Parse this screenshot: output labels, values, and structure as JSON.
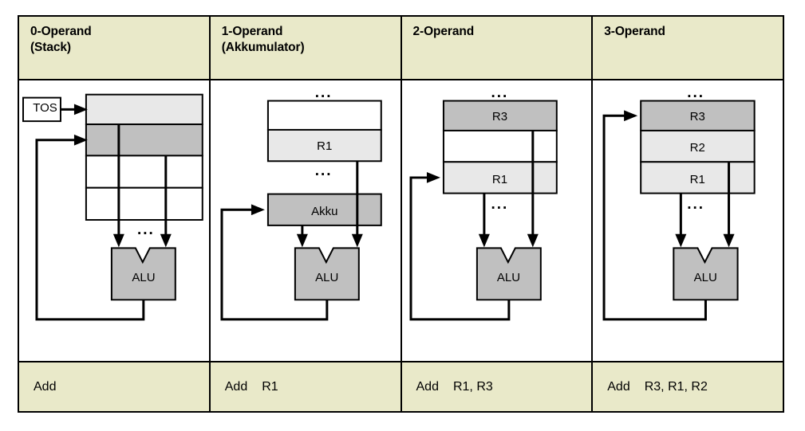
{
  "figure": {
    "title_columns": [
      {
        "line1": "0-Operand",
        "line2": "(Stack)"
      },
      {
        "line1": "1-Operand",
        "line2": "(Akkumulator)"
      },
      {
        "line1": "2-Operand",
        "line2": ""
      },
      {
        "line1": "3-Operand",
        "line2": ""
      }
    ],
    "instructions": [
      {
        "mnemonic": "Add",
        "operands": ""
      },
      {
        "mnemonic": "Add",
        "operands": "R1"
      },
      {
        "mnemonic": "Add",
        "operands": "R1, R3"
      },
      {
        "mnemonic": "Add",
        "operands": "R3, R1, R2"
      }
    ],
    "columns": [
      {
        "id": "stack",
        "pointer_label": "TOS",
        "alu_label": "ALU",
        "ellipsis": [
          "..."
        ],
        "cells": [
          {
            "label": "",
            "fill": "light"
          },
          {
            "label": "",
            "fill": "dark"
          },
          {
            "label": "",
            "fill": "white"
          },
          {
            "label": "",
            "fill": "white"
          }
        ]
      },
      {
        "id": "accumulator",
        "pointer_label": "",
        "alu_label": "ALU",
        "register_label": "Akku",
        "ellipsis": [
          "...",
          "..."
        ],
        "cells": [
          {
            "label": "",
            "fill": "white"
          },
          {
            "label": "R1",
            "fill": "light"
          }
        ]
      },
      {
        "id": "two-operand",
        "pointer_label": "",
        "alu_label": "ALU",
        "ellipsis": [
          "...",
          "..."
        ],
        "cells": [
          {
            "label": "R3",
            "fill": "dark"
          },
          {
            "label": "",
            "fill": "white"
          },
          {
            "label": "R1",
            "fill": "light"
          }
        ]
      },
      {
        "id": "three-operand",
        "pointer_label": "",
        "alu_label": "ALU",
        "ellipsis": [
          "...",
          "..."
        ],
        "cells": [
          {
            "label": "R3",
            "fill": "dark"
          },
          {
            "label": "R2",
            "fill": "light"
          },
          {
            "label": "R1",
            "fill": "light"
          }
        ]
      }
    ],
    "colors": {
      "header_bg": "#e9e9c9",
      "cell_light": "#e8e8e8",
      "cell_dark": "#c0c0c0",
      "alu_fill": "#c0c0c0",
      "line": "#000000",
      "page_bg": "#ffffff"
    }
  }
}
